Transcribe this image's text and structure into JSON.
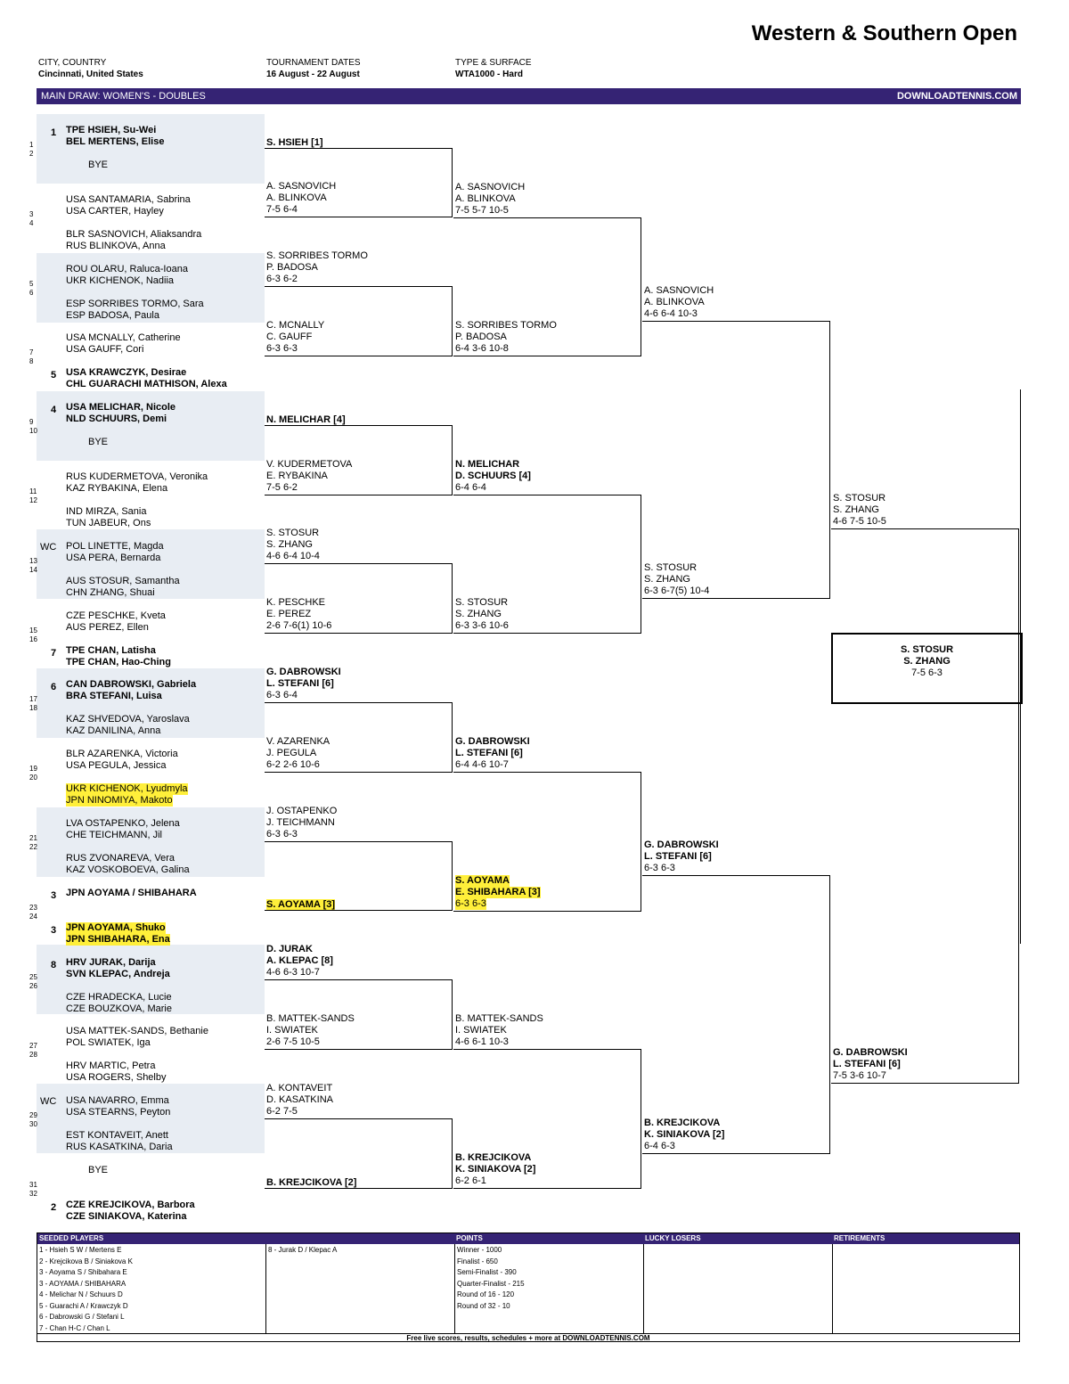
{
  "title": "Western & Southern Open",
  "header": {
    "city_label": "CITY, COUNTRY",
    "city_value": "Cincinnati, United States",
    "dates_label": "TOURNAMENT DATES",
    "dates_value": "16 August - 22 August",
    "type_label": "TYPE & SURFACE",
    "type_value": "WTA1000 - Hard"
  },
  "bar": {
    "left": "MAIN DRAW: WOMEN'S - DOUBLES",
    "right": "DOWNLOADTENNIS.COM"
  },
  "slots": [
    {
      "n": "1",
      "a": "TPE HSIEH, Su-Wei",
      "b": "BEL MERTENS, Elise",
      "seed": "1",
      "bold": true
    },
    {
      "n": "2",
      "a": "BYE",
      "bye": true
    },
    {
      "n": "3",
      "a": "USA SANTAMARIA, Sabrina",
      "b": "USA CARTER, Hayley"
    },
    {
      "n": "4",
      "a": "BLR SASNOVICH, Aliaksandra",
      "b": "RUS BLINKOVA, Anna"
    },
    {
      "n": "5",
      "a": "ROU OLARU, Raluca-Ioana",
      "b": "UKR KICHENOK, Nadiia"
    },
    {
      "n": "6",
      "a": "ESP SORRIBES TORMO, Sara",
      "b": "ESP BADOSA, Paula"
    },
    {
      "n": "7",
      "a": "USA MCNALLY, Catherine",
      "b": "USA GAUFF, Cori"
    },
    {
      "n": "8",
      "a": "USA KRAWCZYK, Desirae",
      "b": "CHL GUARACHI MATHISON, Alexa",
      "seed": "5",
      "bold": true
    },
    {
      "n": "9",
      "a": "USA MELICHAR, Nicole",
      "b": "NLD SCHUURS, Demi",
      "seed": "4",
      "bold": true
    },
    {
      "n": "10",
      "a": "BYE",
      "bye": true
    },
    {
      "n": "11",
      "a": "RUS KUDERMETOVA, Veronika",
      "b": "KAZ RYBAKINA, Elena"
    },
    {
      "n": "12",
      "a": "IND MIRZA, Sania",
      "b": "TUN JABEUR, Ons"
    },
    {
      "n": "13",
      "a": "POL LINETTE, Magda",
      "b": "USA PERA, Bernarda",
      "wc": "WC"
    },
    {
      "n": "14",
      "a": "AUS STOSUR, Samantha",
      "b": "CHN ZHANG, Shuai"
    },
    {
      "n": "15",
      "a": "CZE PESCHKE, Kveta",
      "b": "AUS PEREZ, Ellen"
    },
    {
      "n": "16",
      "a": "TPE CHAN, Latisha",
      "b": "TPE CHAN, Hao-Ching",
      "seed": "7",
      "bold": true
    },
    {
      "n": "17",
      "a": "CAN DABROWSKI, Gabriela",
      "b": "BRA STEFANI, Luisa",
      "seed": "6",
      "bold": true
    },
    {
      "n": "18",
      "a": "KAZ SHVEDOVA, Yaroslava",
      "b": "KAZ DANILINA, Anna"
    },
    {
      "n": "19",
      "a": "BLR AZARENKA, Victoria",
      "b": "USA PEGULA, Jessica"
    },
    {
      "n": "20",
      "a": "UKR KICHENOK, Lyudmyla",
      "b": "JPN NINOMIYA, Makoto",
      "hl": true
    },
    {
      "n": "21",
      "a": "LVA OSTAPENKO, Jelena",
      "b": "CHE TEICHMANN, Jil"
    },
    {
      "n": "22",
      "a": "RUS ZVONAREVA, Vera",
      "b": "KAZ VOSKOBOEVA, Galina"
    },
    {
      "n": "23",
      "a": "JPN AOYAMA / SHIBAHARA",
      "seed": "3",
      "bold": true
    },
    {
      "n": "24",
      "a": "JPN AOYAMA, Shuko",
      "b": "JPN SHIBAHARA, Ena",
      "seed": "3",
      "bold": true,
      "hl": true
    },
    {
      "n": "25",
      "a": "HRV JURAK, Darija",
      "b": "SVN KLEPAC, Andreja",
      "seed": "8",
      "bold": true
    },
    {
      "n": "26",
      "a": "CZE HRADECKA, Lucie",
      "b": "CZE BOUZKOVA, Marie"
    },
    {
      "n": "27",
      "a": "USA MATTEK-SANDS, Bethanie",
      "b": "POL SWIATEK, Iga"
    },
    {
      "n": "28",
      "a": "HRV MARTIC, Petra",
      "b": "USA ROGERS, Shelby"
    },
    {
      "n": "29",
      "a": "USA NAVARRO, Emma",
      "b": "USA STEARNS, Peyton",
      "wc": "WC"
    },
    {
      "n": "30",
      "a": "EST KONTAVEIT, Anett",
      "b": "RUS KASATKINA, Daria"
    },
    {
      "n": "31",
      "a": "BYE",
      "bye": true
    },
    {
      "n": "32",
      "a": "CZE KREJCIKOVA, Barbora",
      "b": "CZE SINIAKOVA, Katerina",
      "seed": "2",
      "bold": true
    }
  ],
  "r2": [
    {
      "a": "S. HSIEH [1]",
      "bold": true
    },
    {
      "a": "A. SASNOVICH",
      "b": "A. BLINKOVA",
      "s": "7-5 6-4"
    },
    {
      "a": "S. SORRIBES TORMO",
      "b": "P. BADOSA",
      "s": "6-3 6-2"
    },
    {
      "a": "C. MCNALLY",
      "b": "C. GAUFF",
      "s": "6-3 6-3"
    },
    {
      "a": "N. MELICHAR [4]",
      "bold": true
    },
    {
      "a": "V. KUDERMETOVA",
      "b": "E. RYBAKINA",
      "s": "7-5 6-2"
    },
    {
      "a": "S. STOSUR",
      "b": "S. ZHANG",
      "s": "4-6 6-4 10-4"
    },
    {
      "a": "K. PESCHKE",
      "b": "E. PEREZ",
      "s": "2-6 7-6(1) 10-6"
    },
    {
      "a": "G. DABROWSKI",
      "b": "L. STEFANI [6]",
      "s": "6-3 6-4",
      "bold": true
    },
    {
      "a": "V. AZARENKA",
      "b": "J. PEGULA",
      "s": "6-2 2-6 10-6"
    },
    {
      "a": "J. OSTAPENKO",
      "b": "J. TEICHMANN",
      "s": "6-3 6-3"
    },
    {
      "a": "S. AOYAMA [3]",
      "bold": true,
      "hl": true
    },
    {
      "a": "D. JURAK",
      "b": "A. KLEPAC [8]",
      "s": "4-6 6-3 10-7",
      "bold": true
    },
    {
      "a": "B. MATTEK-SANDS",
      "b": "I. SWIATEK",
      "s": "2-6 7-5 10-5"
    },
    {
      "a": "A. KONTAVEIT",
      "b": "D. KASATKINA",
      "s": "6-2 7-5"
    },
    {
      "a": "B. KREJCIKOVA [2]",
      "bold": true
    }
  ],
  "r3": [
    {
      "a": "A. SASNOVICH",
      "b": "A. BLINKOVA",
      "s": "7-5 5-7 10-5"
    },
    {
      "a": "S. SORRIBES TORMO",
      "b": "P. BADOSA",
      "s": "6-4 3-6 10-8"
    },
    {
      "a": "N. MELICHAR",
      "b": "D. SCHUURS [4]",
      "s": "6-4 6-4",
      "bold": true
    },
    {
      "a": "S. STOSUR",
      "b": "S. ZHANG",
      "s": "6-3 3-6 10-6"
    },
    {
      "a": "G. DABROWSKI",
      "b": "L. STEFANI [6]",
      "s": "6-4 4-6 10-7",
      "bold": true
    },
    {
      "a": "S. AOYAMA",
      "b": "E. SHIBAHARA [3]",
      "s": "6-3 6-3",
      "bold": true,
      "hl": true
    },
    {
      "a": "B. MATTEK-SANDS",
      "b": "I. SWIATEK",
      "s": "4-6 6-1 10-3"
    },
    {
      "a": "B. KREJCIKOVA",
      "b": "K. SINIAKOVA [2]",
      "s": "6-2 6-1",
      "bold": true
    }
  ],
  "qf": [
    {
      "a": "A. SASNOVICH",
      "b": "A. BLINKOVA",
      "s": "4-6 6-4 10-3"
    },
    {
      "a": "S. STOSUR",
      "b": "S. ZHANG",
      "s": "6-3 6-7(5) 10-4"
    },
    {
      "a": "G. DABROWSKI",
      "b": "L. STEFANI [6]",
      "s": "6-3 6-3",
      "bold": true
    },
    {
      "a": "B. KREJCIKOVA",
      "b": "K. SINIAKOVA [2]",
      "s": "6-4 6-3",
      "bold": true
    }
  ],
  "sf": [
    {
      "a": "S. STOSUR",
      "b": "S. ZHANG",
      "s": "4-6 7-5 10-5"
    },
    {
      "a": "G. DABROWSKI",
      "b": "L. STEFANI [6]",
      "s": "7-5 3-6 10-7",
      "bold": true
    }
  ],
  "champion": {
    "a": "S. STOSUR",
    "b": "S. ZHANG",
    "s": "7-5 6-3"
  },
  "table": {
    "headers": [
      "SEEDED PLAYERS",
      "",
      "POINTS",
      "LUCKY LOSERS",
      "RETIREMENTS"
    ],
    "seeds_col1": [
      "1 - Hsieh S W / Mertens E",
      "2 - Krejcikova B / Siniakova K",
      "3 - Aoyama S / Shibahara E",
      "3 - AOYAMA / SHIBAHARA",
      "4 - Melichar N / Schuurs D",
      "5 - Guarachi A / Krawczyk D",
      "6 - Dabrowski G / Stefani L",
      "7 - Chan H-C / Chan L"
    ],
    "seeds_col2": [
      "8 - Jurak D / Klepac A"
    ],
    "points": [
      "Winner  -  1000",
      "Finalist  -  650",
      "Semi-Finalist  -  390",
      "Quarter-Finalist  -  215",
      "Round of 16  -  120",
      "Round of 32  -  10"
    ],
    "footer": "Free live scores, results, schedules + more at DOWNLOADTENNIS.COM"
  }
}
